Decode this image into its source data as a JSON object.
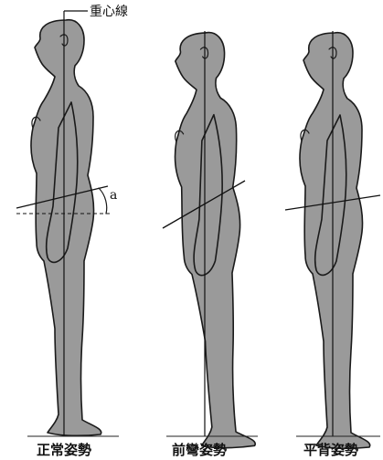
{
  "annotations": {
    "center_of_gravity_line": "重心線",
    "angle_label": "a"
  },
  "captions": {
    "normal": "正常姿勢",
    "lordosis": "前彎姿勢",
    "flat_back": "平背姿勢"
  },
  "colors": {
    "figure_fill": "#9a9a9a",
    "outline": "#1a1a1a",
    "background": "#ffffff"
  }
}
